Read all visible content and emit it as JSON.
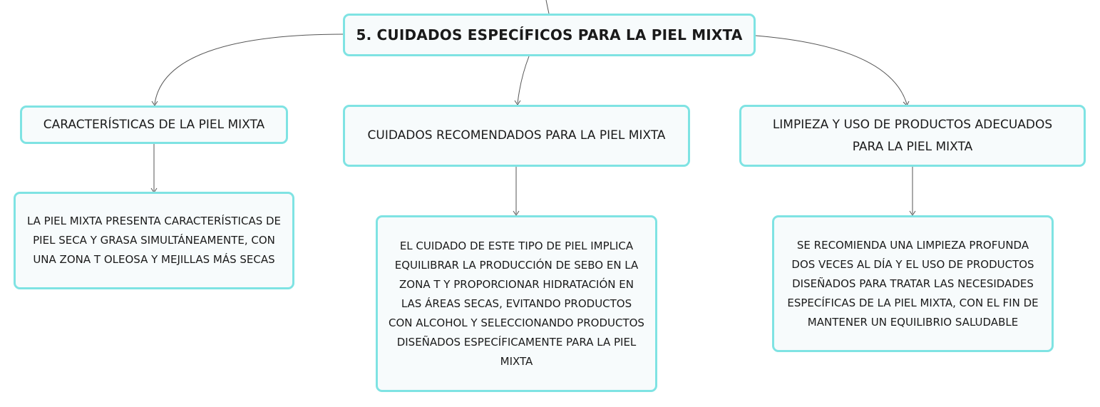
{
  "root": {
    "label": "5. CUIDADOS ESPECÍFICOS PARA LA PIEL MIXTA"
  },
  "branches": [
    {
      "label": "CARACTERÍSTICAS DE LA PIEL MIXTA",
      "detail": "LA PIEL MIXTA PRESENTA CARACTERÍSTICAS DE PIEL SECA Y GRASA SIMULTÁNEAMENTE, CON UNA ZONA T OLEOSA Y MEJILLAS MÁS SECAS"
    },
    {
      "label": "CUIDADOS RECOMENDADOS PARA LA PIEL MIXTA",
      "detail": "EL CUIDADO DE ESTE TIPO DE PIEL IMPLICA EQUILIBRAR LA PRODUCCIÓN DE SEBO EN LA ZONA T Y PROPORCIONAR HIDRATACIÓN EN LAS ÁREAS SECAS, EVITANDO PRODUCTOS CON ALCOHOL Y SELECCIONANDO PRODUCTOS DISEÑADOS ESPECÍFICAMENTE PARA LA PIEL MIXTA"
    },
    {
      "label": "LIMPIEZA Y USO DE PRODUCTOS ADECUADOS PARA LA PIEL MIXTA",
      "detail": "SE RECOMIENDA UNA LIMPIEZA PROFUNDA DOS VECES AL DÍA Y EL USO DE PRODUCTOS DISEÑADOS PARA TRATAR LAS NECESIDADES ESPECÍFICAS DE LA PIEL MIXTA, CON EL FIN DE MANTENER UN EQUILIBRIO SALUDABLE"
    }
  ],
  "colors": {
    "node_border": "#7fe3e3",
    "node_fill": "#f7fbfc",
    "connector": "#555555",
    "text": "#1a1a1a"
  }
}
